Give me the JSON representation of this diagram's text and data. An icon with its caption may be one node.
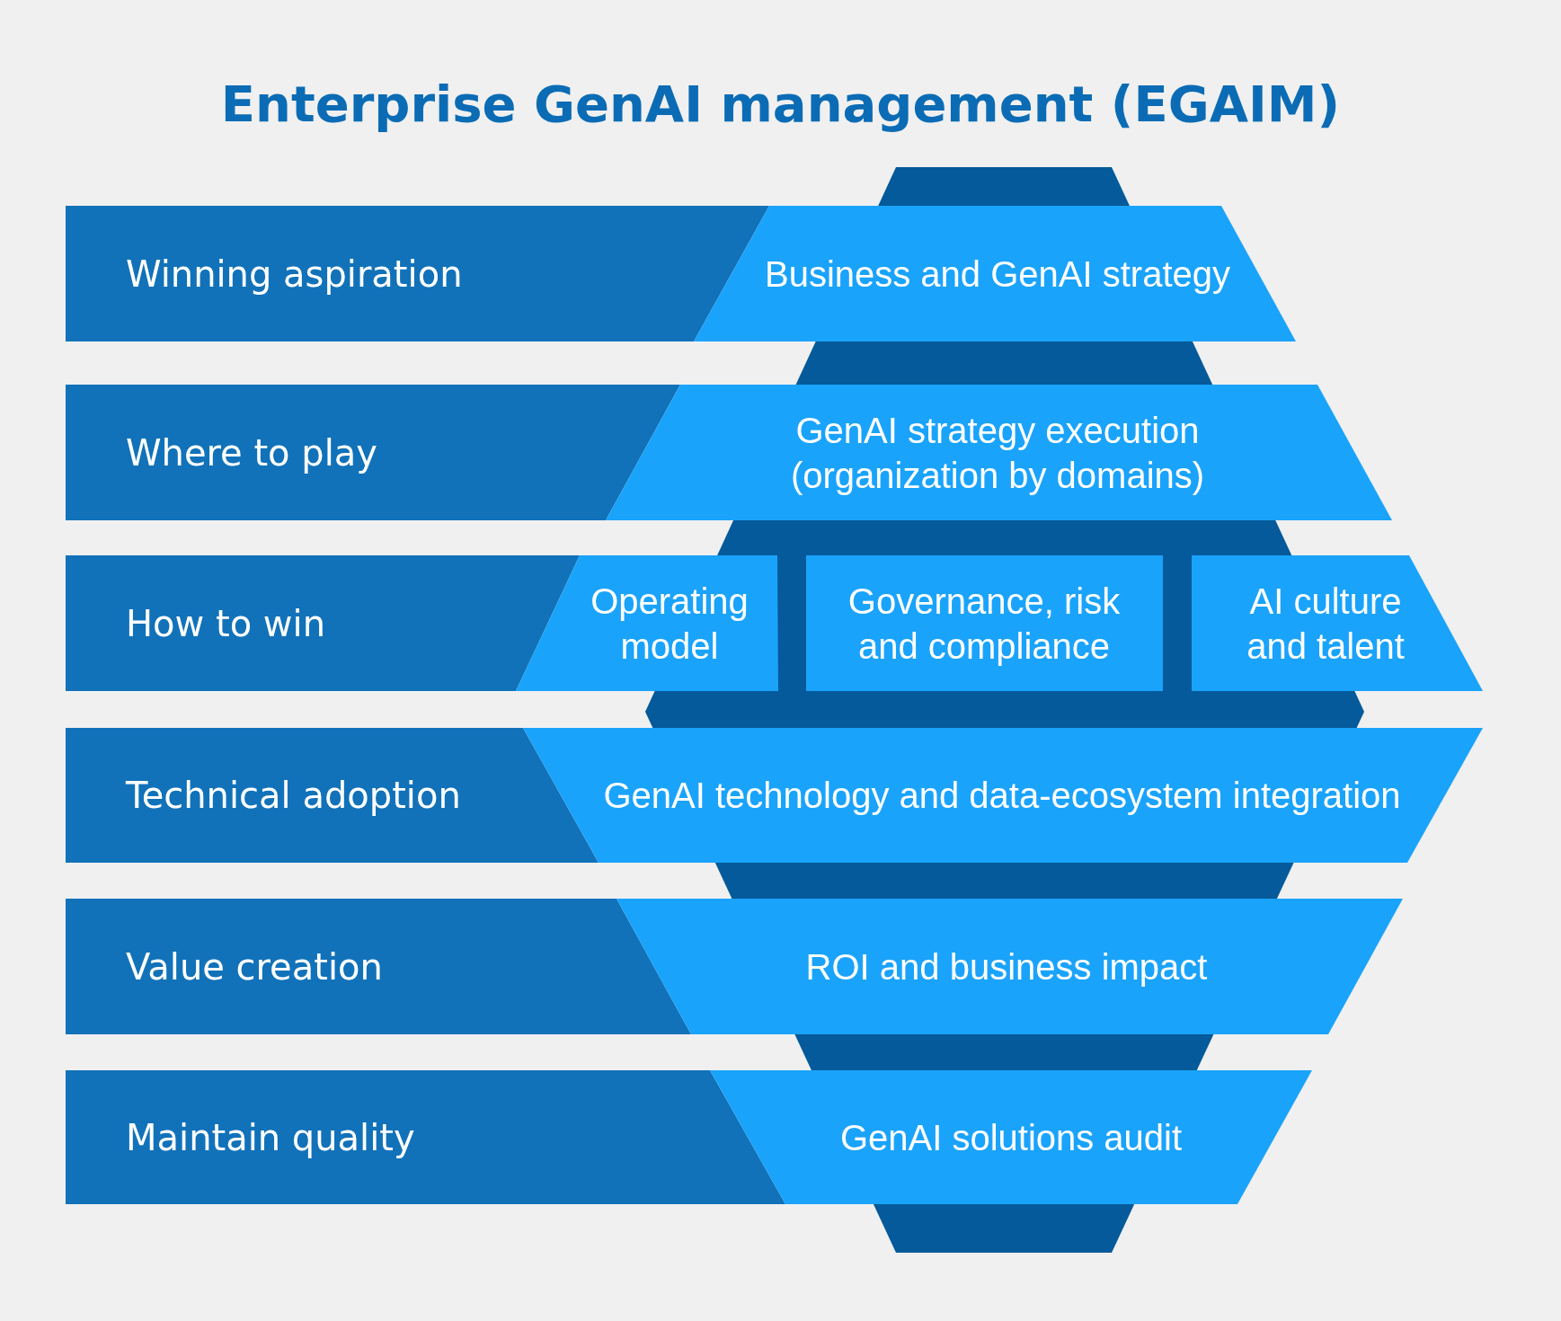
{
  "diagram": {
    "title": "Enterprise GenAI management (EGAIM)",
    "nodes": [
      {
        "text": [
          "Winning aspiration"
        ]
      },
      {
        "text": [
          "Business and GenAI strategy"
        ]
      },
      {
        "text": [
          "Where to play"
        ]
      },
      {
        "text": [
          "GenAI strategy execution (organization by domains)"
        ]
      },
      {
        "text": [
          "How to win"
        ]
      },
      {
        "text": [
          "Operating model"
        ]
      },
      {
        "text": [
          "Governance, risk and compliance"
        ]
      },
      {
        "text": [
          "AI culture and talent"
        ]
      },
      {
        "text": [
          "Technical adoption"
        ]
      },
      {
        "text": [
          "GenAI technology and data-ecosystem integration"
        ]
      },
      {
        "text": [
          "Value creation"
        ]
      },
      {
        "text": [
          "ROI and business impact"
        ]
      },
      {
        "text": [
          "Maintain quality"
        ]
      },
      {
        "text": [
          "GenAI solutions audit"
        ]
      }
    ]
  }
}
